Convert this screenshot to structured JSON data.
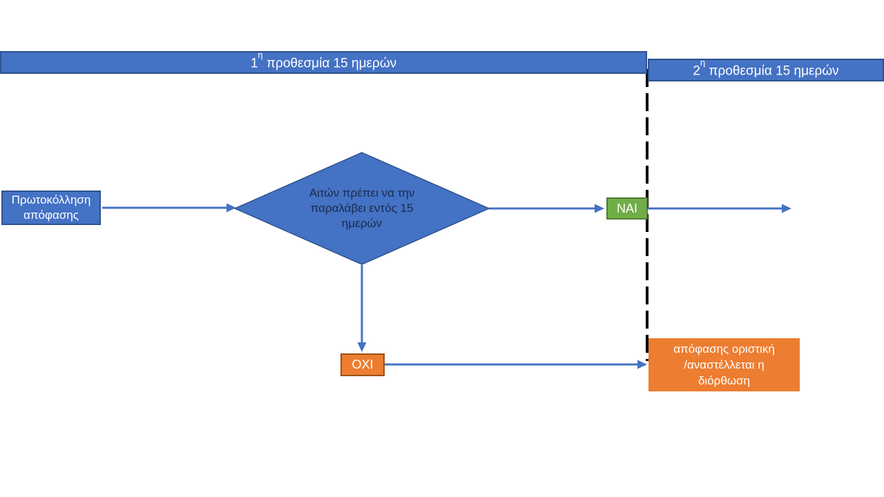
{
  "diagram": {
    "timelines": [
      {
        "prefix": "1",
        "sup": "η",
        "rest": " προθεσμία 15 ημερών"
      },
      {
        "prefix": "2",
        "sup": "η",
        "rest": " προθεσμία 15 ημερών"
      }
    ],
    "start": {
      "lines": [
        "Πρωτοκόλληση",
        "απόφασης"
      ]
    },
    "decision": {
      "lines": [
        "Αιτών πρέπει να την",
        "παραλάβει εντός 15",
        "ημερών"
      ]
    },
    "yes_label": "ΝΑΙ",
    "no_label": "ΟΧΙ",
    "outcome": {
      "lines": [
        "απόφασης οριστική",
        "/αναστέλλεται η",
        "διόρθωση"
      ]
    },
    "colors": {
      "blue_fill": "#4472C4",
      "blue_border": "#2F528F",
      "green_fill": "#70AD47",
      "green_border": "#507E32",
      "orange_fill": "#ED7D31",
      "orange_border": "#9C5014",
      "connector": "#4472C4",
      "divider": "#000000",
      "decision_text": "#1B2A4A",
      "shape_text": "#FFFFFF"
    }
  }
}
